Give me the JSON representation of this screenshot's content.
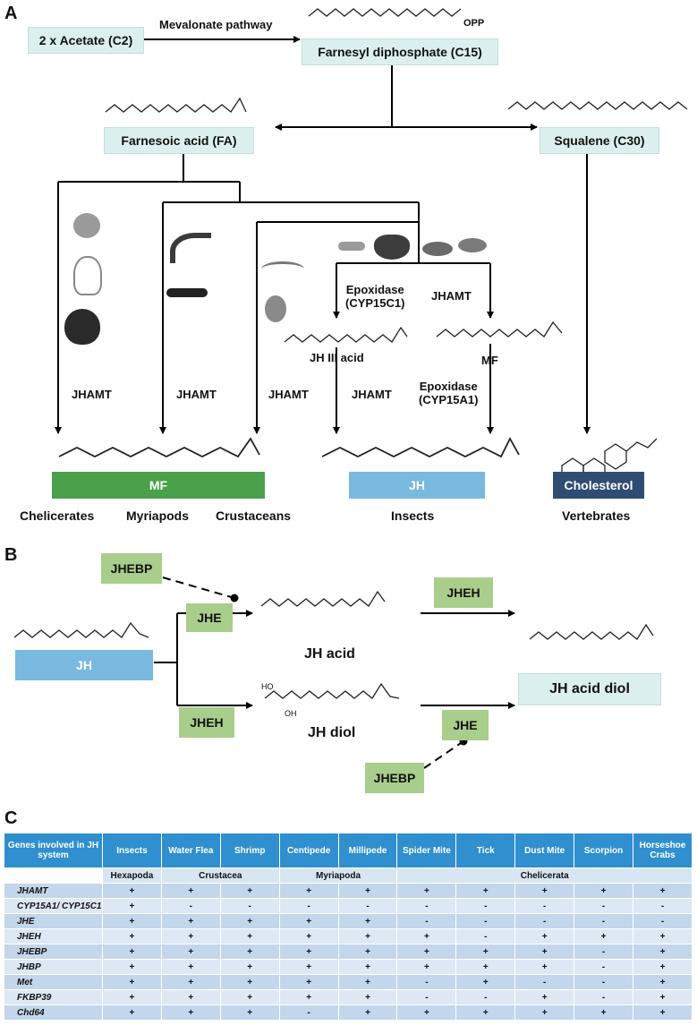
{
  "panels": {
    "a": "A",
    "b": "B",
    "c": "C"
  },
  "panel_a": {
    "acetate": "2 x Acetate (C2)",
    "mevalonate": "Mevalonate pathway",
    "fpp": "Farnesyl diphosphate (C15)",
    "opp": "OPP",
    "fa": "Farnesoic acid (FA)",
    "squalene": "Squalene (C30)",
    "jhamt_1": "JHAMT",
    "jhamt_2": "JHAMT",
    "jhamt_3": "JHAMT",
    "epoxidase_c1": "Epoxidase\n(CYP15C1)",
    "jhamt_insect": "JHAMT",
    "jh3_acid": "JH III acid",
    "jhamt_4": "JHAMT",
    "mf_label": "MF",
    "epoxidase_a1": "Epoxidase\n(CYP15A1)",
    "mf_bar": "MF",
    "jh_bar": "JH",
    "cholesterol": "Cholesterol",
    "chelicerates": "Chelicerates",
    "myriapods": "Myriapods",
    "crustaceans": "Crustaceans",
    "insects": "Insects",
    "vertebrates": "Vertebrates",
    "colors": {
      "mf": "#4aa14a",
      "jh": "#79b9e0",
      "chol": "#2f4c73",
      "teal": "#dcefef"
    }
  },
  "panel_b": {
    "jhebp_top": "JHEBP",
    "jhe_top": "JHE",
    "jh": "JH",
    "jh_acid": "JH acid",
    "jheh_top": "JHEH",
    "jheh_bottom": "JHEH",
    "jh_diol": "JH diol",
    "jhe_bottom": "JHE",
    "jh_acid_diol": "JH acid diol",
    "jhebp_bottom": "JHEBP",
    "ho": "HO",
    "oh": "OH"
  },
  "table": {
    "header": [
      "Genes involved in JH system",
      "Insects",
      "Water Flea",
      "Shrimp",
      "Centipede",
      "Millipede",
      "Spider Mite",
      "Tick",
      "Dust Mite",
      "Scorpion",
      "Horseshoe Crabs"
    ],
    "groups": [
      {
        "label": "Hexapoda",
        "span": 1
      },
      {
        "label": "Crustacea",
        "span": 2
      },
      {
        "label": "Myriapoda",
        "span": 2
      },
      {
        "label": "Chelicerata",
        "span": 5
      }
    ],
    "rows": [
      {
        "gene": "JHAMT",
        "values": [
          "+",
          "+",
          "+",
          "+",
          "+",
          "+",
          "+",
          "+",
          "+",
          "+"
        ]
      },
      {
        "gene": "CYP15A1/ CYP15C1",
        "values": [
          "+",
          "-",
          "-",
          "-",
          "-",
          "-",
          "-",
          "-",
          "-",
          "-"
        ]
      },
      {
        "gene": "JHE",
        "values": [
          "+",
          "+",
          "+",
          "+",
          "+",
          "-",
          "-",
          "-",
          "-",
          "-"
        ]
      },
      {
        "gene": "JHEH",
        "values": [
          "+",
          "+",
          "+",
          "+",
          "+",
          "+",
          "-",
          "+",
          "+",
          "+"
        ]
      },
      {
        "gene": "JHEBP",
        "values": [
          "+",
          "+",
          "+",
          "+",
          "+",
          "+",
          "+",
          "+",
          "-",
          "+"
        ]
      },
      {
        "gene": "JHBP",
        "values": [
          "+",
          "+",
          "+",
          "+",
          "+",
          "+",
          "+",
          "+",
          "-",
          "+"
        ]
      },
      {
        "gene": "Met",
        "values": [
          "+",
          "+",
          "+",
          "+",
          "+",
          "-",
          "+",
          "-",
          "-",
          "+"
        ]
      },
      {
        "gene": "FKBP39",
        "values": [
          "+",
          "+",
          "+",
          "+",
          "+",
          "-",
          "-",
          "+",
          "-",
          "+"
        ]
      },
      {
        "gene": "Chd64",
        "values": [
          "+",
          "+",
          "+",
          "-",
          "+",
          "+",
          "+",
          "+",
          "+",
          "+"
        ]
      }
    ]
  }
}
